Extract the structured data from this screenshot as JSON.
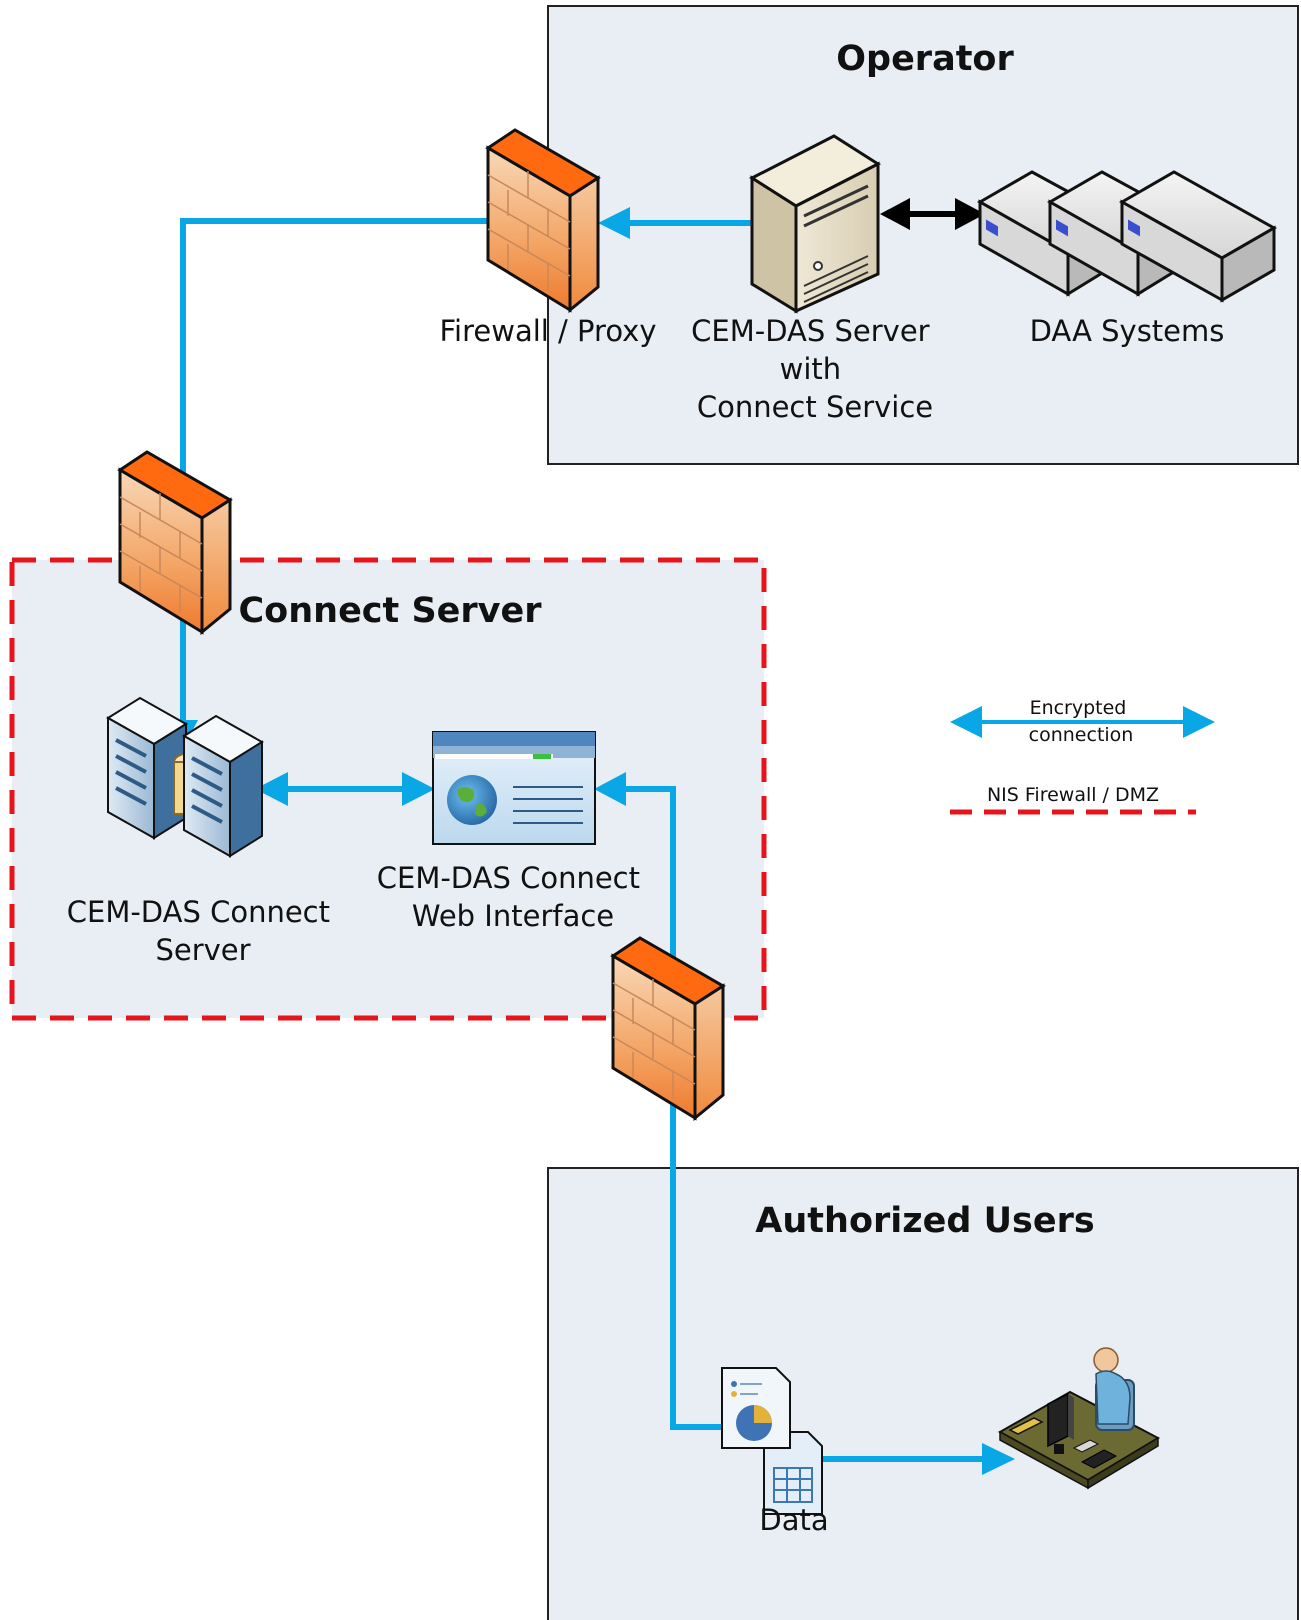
{
  "groups": {
    "operator": "Operator",
    "connect_server": "Connect Server",
    "authorized_users": "Authorized Users"
  },
  "nodes": {
    "firewall_proxy": "Firewall / Proxy",
    "cem_das_server": [
      "CEM-DAS Server",
      "with",
      "Connect Service"
    ],
    "daa_systems": "DAA Systems",
    "connect_server": [
      "CEM-DAS Connect",
      "Server"
    ],
    "web_interface": [
      "CEM-DAS Connect",
      "Web Interface"
    ],
    "data": "Data"
  },
  "legend": {
    "encrypted": [
      "Encrypted",
      "connection"
    ],
    "nis_firewall": "NIS Firewall / DMZ"
  },
  "colors": {
    "group_fill": "#e9edf4",
    "connection": "#0aa7e6",
    "dmz_border": "#e8141b",
    "firewall_orange": "#f07a2c"
  }
}
